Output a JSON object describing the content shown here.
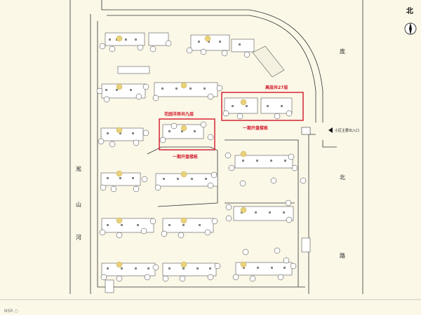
{
  "compass": {
    "label": "北",
    "icon": "north-arrow-icon"
  },
  "roads": {
    "east_top": "庞",
    "east_bottom_1": "北",
    "east_bottom_2": "路",
    "west_1": "淞",
    "west_2": "山",
    "west_3": "河"
  },
  "entrance": {
    "label": "小区主要出入口"
  },
  "highlights": [
    {
      "top_label": "高层共27层",
      "bottom_label": "一期开盘楼栋"
    },
    {
      "top_label": "花园洋房共九层",
      "bottom_label": "一期开盘楼栋"
    }
  ],
  "footer": "NSR ○"
}
